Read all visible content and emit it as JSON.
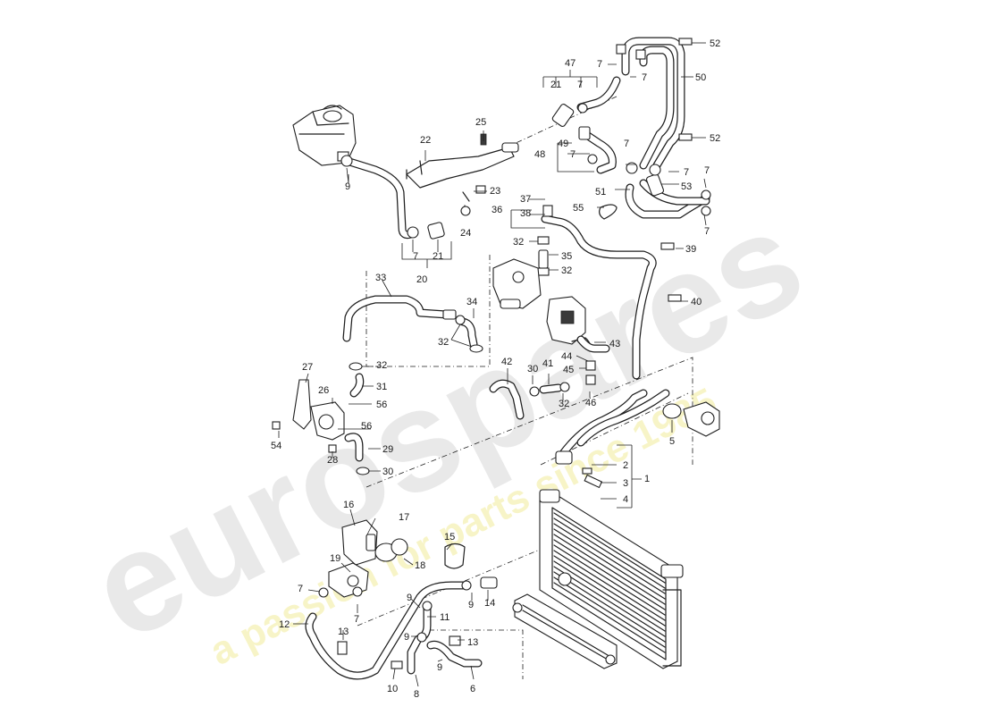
{
  "watermark": {
    "brand": "eurospares",
    "tagline": "a passion for parts since 1985",
    "brand_color": "#d8d8d8",
    "tagline_color": "#f2ec9a"
  },
  "callouts": [
    {
      "id": "c-52a",
      "text": "52"
    },
    {
      "id": "c-50",
      "text": "50"
    },
    {
      "id": "c-52b",
      "text": "52"
    },
    {
      "id": "c-47",
      "text": "47"
    },
    {
      "id": "c-7a",
      "text": "7"
    },
    {
      "id": "c-7b",
      "text": "7"
    },
    {
      "id": "c-21a",
      "text": "21"
    },
    {
      "id": "c-7c",
      "text": "7"
    },
    {
      "id": "c-49",
      "text": "49"
    },
    {
      "id": "c-7d",
      "text": "7"
    },
    {
      "id": "c-48",
      "text": "48"
    },
    {
      "id": "c-7e",
      "text": "7"
    },
    {
      "id": "c-7f",
      "text": "7"
    },
    {
      "id": "c-7g",
      "text": "7"
    },
    {
      "id": "c-53",
      "text": "53"
    },
    {
      "id": "c-51",
      "text": "51"
    },
    {
      "id": "c-7h",
      "text": "7"
    },
    {
      "id": "c-25",
      "text": "25"
    },
    {
      "id": "c-22",
      "text": "22"
    },
    {
      "id": "c-9a",
      "text": "9"
    },
    {
      "id": "c-23",
      "text": "23"
    },
    {
      "id": "c-24",
      "text": "24"
    },
    {
      "id": "c-7i",
      "text": "7"
    },
    {
      "id": "c-21b",
      "text": "21"
    },
    {
      "id": "c-20",
      "text": "20"
    },
    {
      "id": "c-37",
      "text": "37"
    },
    {
      "id": "c-36",
      "text": "36"
    },
    {
      "id": "c-38",
      "text": "38"
    },
    {
      "id": "c-55",
      "text": "55"
    },
    {
      "id": "c-32a",
      "text": "32"
    },
    {
      "id": "c-35",
      "text": "35"
    },
    {
      "id": "c-32b",
      "text": "32"
    },
    {
      "id": "c-39",
      "text": "39"
    },
    {
      "id": "c-40",
      "text": "40"
    },
    {
      "id": "c-33",
      "text": "33"
    },
    {
      "id": "c-34",
      "text": "34"
    },
    {
      "id": "c-32c",
      "text": "32"
    },
    {
      "id": "c-43",
      "text": "43"
    },
    {
      "id": "c-44",
      "text": "44"
    },
    {
      "id": "c-45",
      "text": "45"
    },
    {
      "id": "c-46",
      "text": "46"
    },
    {
      "id": "c-27",
      "text": "27"
    },
    {
      "id": "c-32d",
      "text": "32"
    },
    {
      "id": "c-31",
      "text": "31"
    },
    {
      "id": "c-26",
      "text": "26"
    },
    {
      "id": "c-56a",
      "text": "56"
    },
    {
      "id": "c-56b",
      "text": "56"
    },
    {
      "id": "c-42",
      "text": "42"
    },
    {
      "id": "c-30a",
      "text": "30"
    },
    {
      "id": "c-41",
      "text": "41"
    },
    {
      "id": "c-32e",
      "text": "32"
    },
    {
      "id": "c-5",
      "text": "5"
    },
    {
      "id": "c-54",
      "text": "54"
    },
    {
      "id": "c-28",
      "text": "28"
    },
    {
      "id": "c-29",
      "text": "29"
    },
    {
      "id": "c-30b",
      "text": "30"
    },
    {
      "id": "c-2",
      "text": "2"
    },
    {
      "id": "c-1",
      "text": "1"
    },
    {
      "id": "c-3",
      "text": "3"
    },
    {
      "id": "c-4",
      "text": "4"
    },
    {
      "id": "c-16",
      "text": "16"
    },
    {
      "id": "c-17",
      "text": "17"
    },
    {
      "id": "c-15",
      "text": "15"
    },
    {
      "id": "c-18",
      "text": "18"
    },
    {
      "id": "c-19",
      "text": "19"
    },
    {
      "id": "c-7j",
      "text": "7"
    },
    {
      "id": "c-7k",
      "text": "7"
    },
    {
      "id": "c-9b",
      "text": "9"
    },
    {
      "id": "c-14",
      "text": "14"
    },
    {
      "id": "c-9c",
      "text": "9"
    },
    {
      "id": "c-11",
      "text": "11"
    },
    {
      "id": "c-12",
      "text": "12"
    },
    {
      "id": "c-13a",
      "text": "13"
    },
    {
      "id": "c-9d",
      "text": "9"
    },
    {
      "id": "c-13b",
      "text": "13"
    },
    {
      "id": "c-9e",
      "text": "9"
    },
    {
      "id": "c-10",
      "text": "10"
    },
    {
      "id": "c-8",
      "text": "8"
    },
    {
      "id": "c-6",
      "text": "6"
    }
  ]
}
